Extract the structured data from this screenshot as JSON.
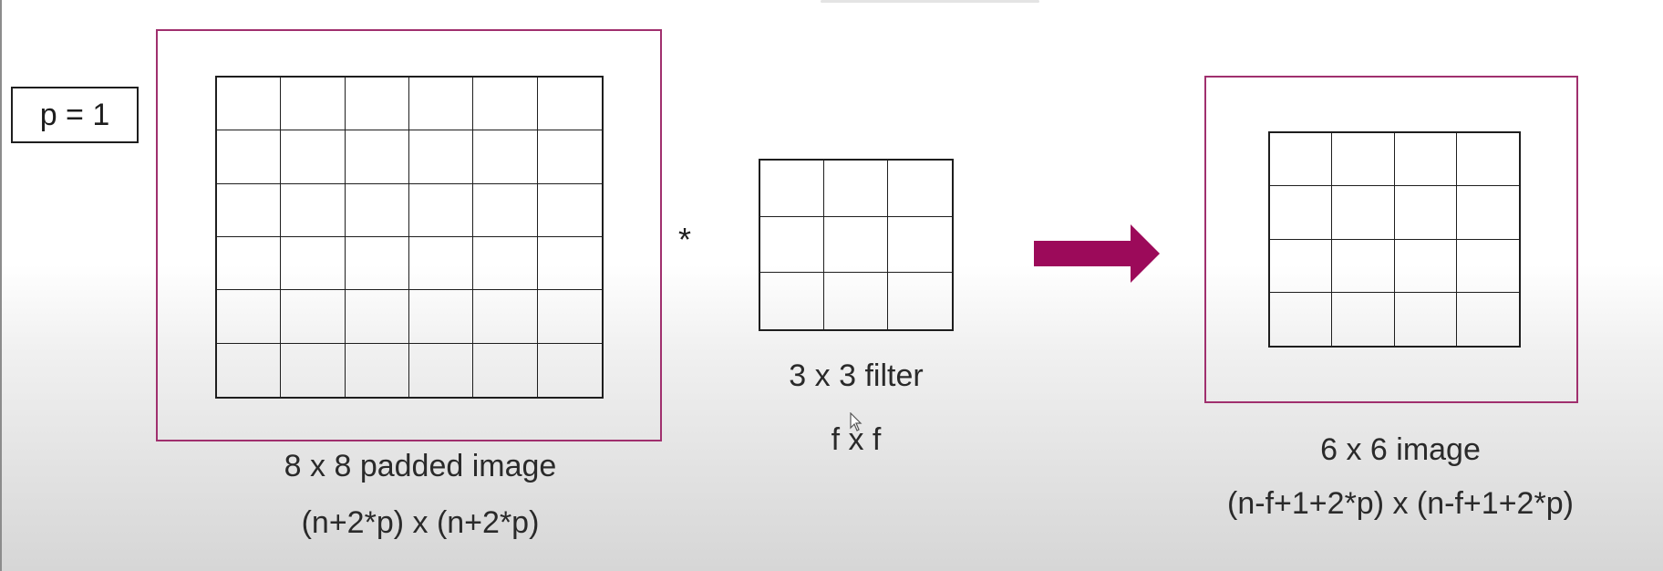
{
  "padding_label": "p = 1",
  "operator": "*",
  "padded_image": {
    "rows": 6,
    "cols": 6,
    "label": "8 x 8 padded image",
    "formula": "(n+2*p) x (n+2*p)"
  },
  "filter": {
    "rows": 3,
    "cols": 3,
    "label": "3 x 3 filter",
    "formula": "f x f"
  },
  "output_image": {
    "rows": 4,
    "cols": 4,
    "label": "6 x 6 image",
    "formula": "(n-f+1+2*p) x (n-f+1+2*p)"
  },
  "colors": {
    "accent": "#a0306e",
    "arrow": "#9c0a5a",
    "grid_line": "#1e1e1e"
  },
  "icons": [
    "right-arrow-icon",
    "mouse-cursor-icon"
  ]
}
